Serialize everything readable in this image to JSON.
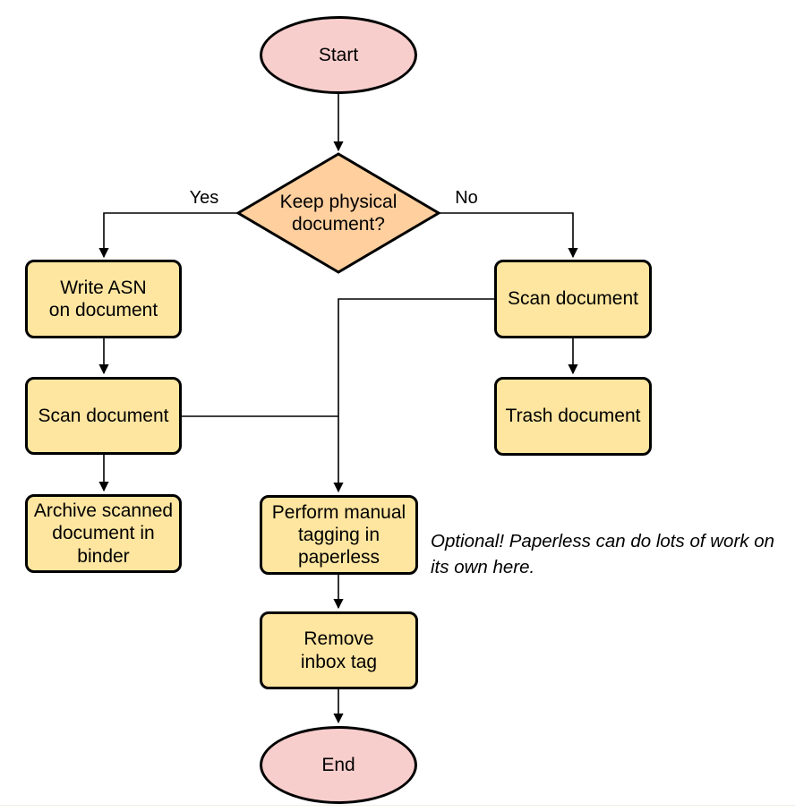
{
  "colors": {
    "terminator-fill": "#f8cecc",
    "process-fill": "#ffe6a0",
    "decision-fill": "#ffcf9e",
    "stroke": "#000000",
    "divider": "#f1eee3"
  },
  "nodes": {
    "start": {
      "label": "Start",
      "type": "terminator"
    },
    "decision": {
      "label": "Keep physical\ndocument?",
      "type": "decision"
    },
    "write_asn": {
      "label": "Write ASN\non document",
      "type": "process"
    },
    "scan_left": {
      "label": "Scan document",
      "type": "process"
    },
    "archive": {
      "label": "Archive scanned\ndocument in\nbinder",
      "type": "process"
    },
    "scan_right": {
      "label": "Scan document",
      "type": "process"
    },
    "trash": {
      "label": "Trash document",
      "type": "process"
    },
    "tagging": {
      "label": "Perform manual\ntagging in\npaperless",
      "type": "process"
    },
    "remove_inbox": {
      "label": "Remove\ninbox tag",
      "type": "process"
    },
    "end": {
      "label": "End",
      "type": "terminator"
    }
  },
  "edge_labels": {
    "yes": "Yes",
    "no": "No"
  },
  "note": {
    "text": "Optional! Paperless can do lots of work on\nits own here."
  }
}
